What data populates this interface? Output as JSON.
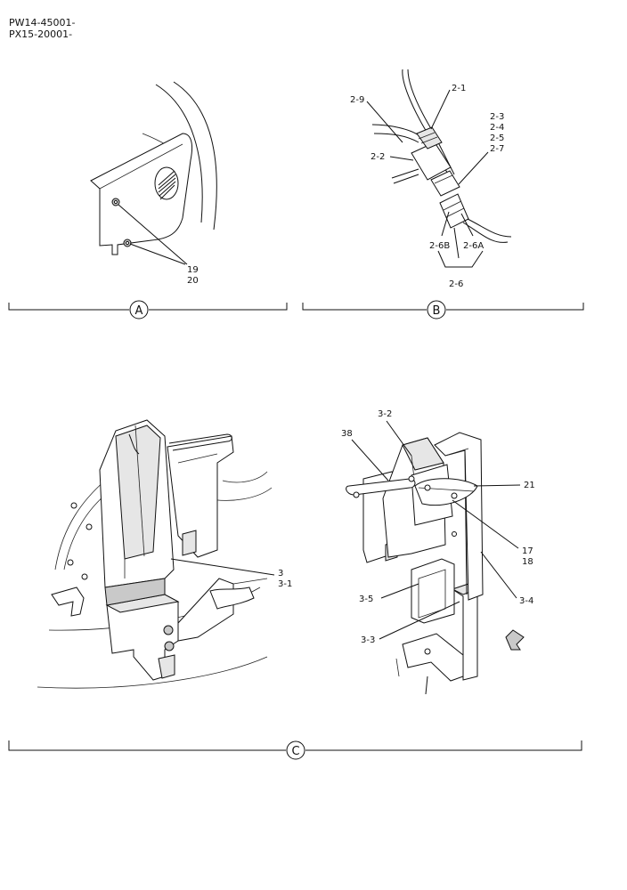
{
  "header": {
    "line1": "PW14-45001-",
    "line2": "PX15-20001-"
  },
  "views": {
    "A": {
      "marker": "A",
      "callouts": {
        "c19": "19",
        "c20": "20"
      }
    },
    "B": {
      "marker": "B",
      "callouts": {
        "c2_1": "2-1",
        "c2_9": "2-9",
        "c2_3": "2-3",
        "c2_4": "2-4",
        "c2_5": "2-5",
        "c2_7": "2-7",
        "c2_2": "2-2",
        "c2_6B": "2-6B",
        "c2_6A": "2-6A",
        "c2_6": "2-6"
      }
    },
    "C": {
      "marker": "C",
      "callouts": {
        "c3": "3",
        "c3_1": "3-1",
        "c3_2": "3-2",
        "c38": "38",
        "c21": "21",
        "c17": "17",
        "c18": "18",
        "c3_4": "3-4",
        "c3_5": "3-5",
        "c3_3": "3-3"
      }
    }
  }
}
